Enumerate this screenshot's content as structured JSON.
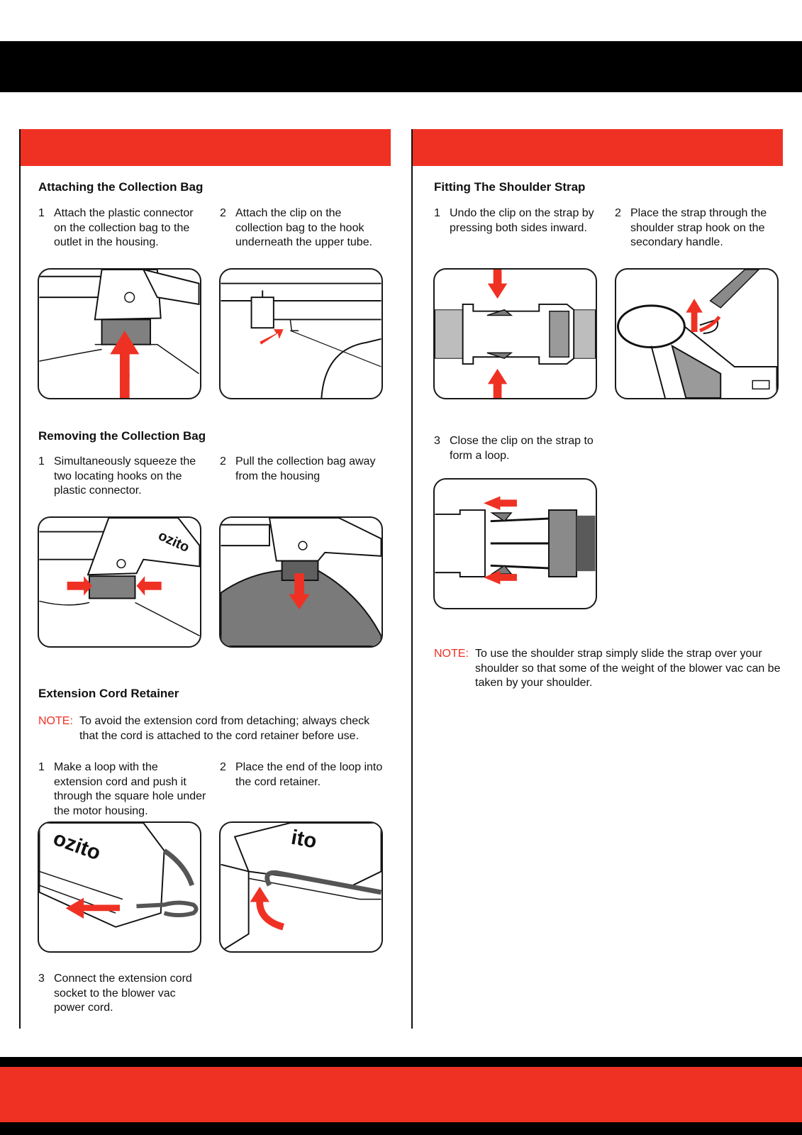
{
  "colors": {
    "accent": "#ef3124",
    "ink": "#111111",
    "fill_gray": "#7a7a7a"
  },
  "left": {
    "attach": {
      "title": "Attaching the Collection Bag",
      "steps": [
        {
          "num": "1",
          "text": "Attach the plastic connector on the collection bag to the outlet in the housing."
        },
        {
          "num": "2",
          "text": "Attach the clip on the collection bag to the hook underneath the upper tube."
        }
      ]
    },
    "remove": {
      "title": "Removing the Collection Bag",
      "steps": [
        {
          "num": "1",
          "text": "Simultaneously squeeze the two locating hooks on the plastic connector."
        },
        {
          "num": "2",
          "text": "Pull the collection bag away from the housing"
        }
      ]
    },
    "cord": {
      "title": "Extension Cord Retainer",
      "note_label": "NOTE:",
      "note_text": "To avoid the extension cord from detaching; always check that the cord is attached to the cord retainer before use.",
      "brand": "ozito",
      "brand_partial": "ito",
      "steps": [
        {
          "num": "1",
          "text": "Make a loop with the extension cord and push it through the square hole under the motor housing."
        },
        {
          "num": "2",
          "text": "Place the end of the loop into the cord retainer."
        },
        {
          "num": "3",
          "text": "Connect the extension cord socket to the blower vac power cord."
        }
      ]
    },
    "brand": "ozito"
  },
  "right": {
    "strap": {
      "title": "Fitting The Shoulder Strap",
      "steps": [
        {
          "num": "1",
          "text": "Undo the clip on the strap by pressing both sides inward."
        },
        {
          "num": "2",
          "text": "Place the strap through the shoulder strap hook on the secondary handle."
        },
        {
          "num": "3",
          "text": "Close the clip on the strap to form a loop."
        }
      ],
      "note_label": "NOTE:",
      "note_text": "To use the shoulder strap simply slide the strap over your shoulder so that some of the weight of the blower vac can be taken by your shoulder."
    }
  }
}
